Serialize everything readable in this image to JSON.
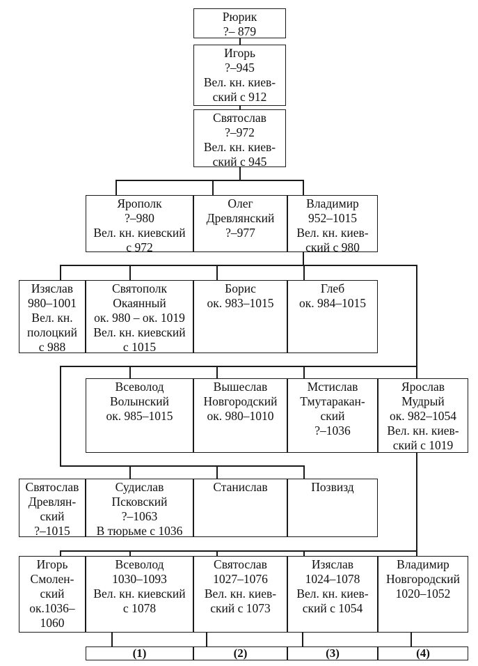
{
  "tree": {
    "row1": [
      {
        "id": "ryurik",
        "lines": [
          "Рюрик",
          "?– 879"
        ]
      }
    ],
    "row2": [
      {
        "id": "igor",
        "lines": [
          "Игорь",
          "?–945",
          "Вел. кн. киев-",
          "ский с 912"
        ]
      }
    ],
    "row3": [
      {
        "id": "svyatoslav",
        "lines": [
          "Святослав",
          "?–972",
          "Вел. кн. киев-",
          "ский с 945"
        ]
      }
    ],
    "row4": [
      {
        "id": "yaropolk",
        "lines": [
          "Ярополк",
          "?–980",
          "Вел. кн. киевский",
          "с 972"
        ]
      },
      {
        "id": "oleg",
        "lines": [
          "Олег",
          "Древлянский",
          "?–977"
        ]
      },
      {
        "id": "vladimir",
        "lines": [
          "Владимир",
          "952–1015",
          "Вел. кн. киев-",
          "ский с 980"
        ]
      }
    ],
    "row5": [
      {
        "id": "izyaslav-polotsk",
        "lines": [
          "Изяслав",
          "980–1001",
          "Вел. кн.",
          "полоцкий",
          "с 988"
        ]
      },
      {
        "id": "svyatopolk",
        "lines": [
          "Святополк",
          "Окаянный",
          "ок. 980 – ок. 1019",
          "Вел. кн. киевский",
          "с 1015"
        ]
      },
      {
        "id": "boris",
        "lines": [
          "Борис",
          "ок. 983–1015"
        ]
      },
      {
        "id": "gleb",
        "lines": [
          "Глеб",
          "ок. 984–1015"
        ]
      }
    ],
    "row6": [
      {
        "id": "vsevolod-volyn",
        "lines": [
          "Всеволод",
          "Волынский",
          "ок. 985–1015"
        ]
      },
      {
        "id": "vysheslav",
        "lines": [
          "Вышеслав",
          "Новгородский",
          "ок. 980–1010"
        ]
      },
      {
        "id": "mstislav",
        "lines": [
          "Мстислав",
          "Тмутаракан-",
          "ский",
          "?–1036"
        ]
      },
      {
        "id": "yaroslav",
        "lines": [
          "Ярослав",
          "Мудрый",
          "ок. 982–1054",
          "Вел. кн. киев-",
          "ский с 1019"
        ]
      }
    ],
    "row7": [
      {
        "id": "svyatoslav-drevl",
        "lines": [
          "Святослав",
          "Древлян-",
          "ский",
          "?–1015"
        ]
      },
      {
        "id": "sudislav",
        "lines": [
          "Судислав",
          "Псковский",
          "?–1063",
          "В тюрьме с 1036"
        ]
      },
      {
        "id": "stanislav",
        "lines": [
          "Станислав"
        ]
      },
      {
        "id": "pozvizd",
        "lines": [
          "Позвизд"
        ]
      }
    ],
    "row8": [
      {
        "id": "igor-smolensk",
        "lines": [
          "Игорь",
          "Смолен-",
          "ский",
          "ок.1036–",
          "1060"
        ]
      },
      {
        "id": "vsevolod",
        "lines": [
          "Всеволод",
          "1030–1093",
          "Вел. кн. киевский",
          "с 1078"
        ]
      },
      {
        "id": "svyatoslav-2",
        "lines": [
          "Святослав",
          "1027–1076",
          "Вел. кн. киев-",
          "ский с 1073"
        ]
      },
      {
        "id": "izyaslav",
        "lines": [
          "Изяслав",
          "1024–1078",
          "Вел. кн. киев-",
          "ский с 1054"
        ]
      },
      {
        "id": "vladimir-novgorod",
        "lines": [
          "Владимир",
          "Новгородский",
          "1020–1052"
        ]
      }
    ],
    "generations": [
      "(1)",
      "(2)",
      "(3)",
      "(4)"
    ]
  }
}
